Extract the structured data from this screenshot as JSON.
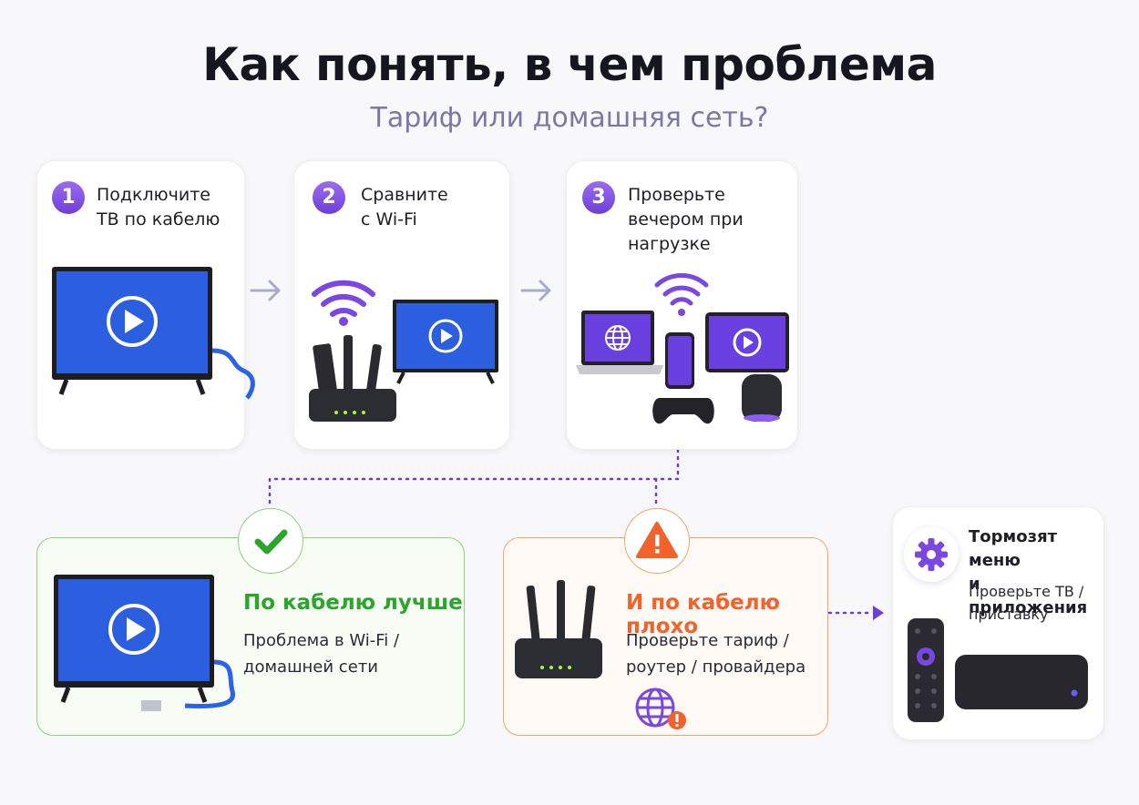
{
  "header": {
    "title": "Как понять, в чем проблема",
    "subtitle": "Тариф или домашняя сеть?"
  },
  "steps": [
    {
      "number": "1",
      "text": "Подключите\nТВ по кабелю"
    },
    {
      "number": "2",
      "text": "Сравните\nс Wi-Fi"
    },
    {
      "number": "3",
      "text": "Проверьте\nвечером при\nнагрузке"
    }
  ],
  "results": [
    {
      "title": "По кабелю лучше",
      "text": "Проблема в Wi-Fi /\nдомашней сети",
      "color": "#2ca52c"
    },
    {
      "title": "И по кабелю плохо",
      "text": "Проверьте тариф /\nроутер / провайдера",
      "color": "#f2622a"
    },
    {
      "title": "Тормозят меню\nи приложения",
      "text": "Проверьте ТВ /\nприставку"
    }
  ],
  "colors": {
    "accent_purple": "#7a48e0",
    "green": "#2ca52c",
    "orange": "#f2622a",
    "tv_blue": "#2b5fe0"
  },
  "icons": [
    "tv-icon",
    "play-icon",
    "cable-icon",
    "wifi-icon",
    "router-icon",
    "laptop-icon",
    "phone-icon",
    "tablet-icon",
    "gamepad-icon",
    "speaker-icon",
    "globe-icon",
    "check-icon",
    "warning-icon",
    "gear-icon",
    "remote-icon",
    "settop-box-icon"
  ]
}
